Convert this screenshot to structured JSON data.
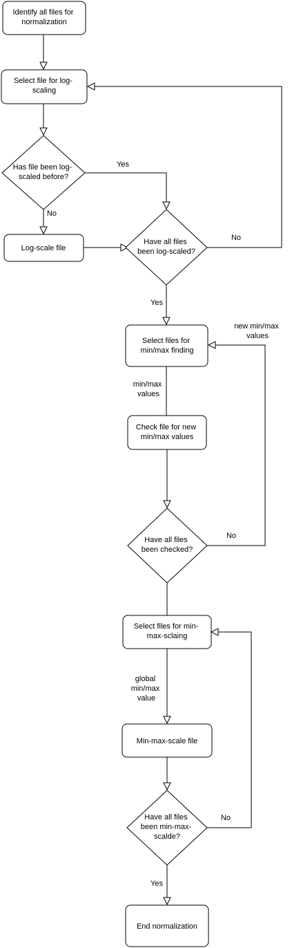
{
  "nodes": {
    "identify": [
      "Identify all files for",
      "normalization"
    ],
    "select_log": [
      "Select file for log-",
      "scaling"
    ],
    "has_scaled": [
      "Has file been log-",
      "scaled before?"
    ],
    "log_scale": [
      "Log-scale file"
    ],
    "all_log": [
      "Have all files",
      "been log-scaled?"
    ],
    "select_minmax": [
      "Select files for",
      "min/max finding"
    ],
    "check_file": [
      "Check file for new",
      "min/max values"
    ],
    "all_checked": [
      "Have all files",
      "been checked?"
    ],
    "select_scaling": [
      "Select files for min-",
      "max-sclaing"
    ],
    "minmax_scale": [
      "Min-max-scale file"
    ],
    "all_minmax": [
      "Have all files",
      "been min-max-",
      "scalde?"
    ],
    "end": [
      "End normalization"
    ]
  },
  "edge_labels": {
    "yes_scaled": [
      "Yes"
    ],
    "no_scaled": [
      "No"
    ],
    "no_all_log": [
      "No"
    ],
    "yes_all_log": [
      "Yes"
    ],
    "new_minmax": [
      "new min/max",
      "values"
    ],
    "minmax_values": [
      "min/max",
      "values"
    ],
    "no_checked": [
      "No"
    ],
    "global_minmax": [
      "global",
      "min/max",
      "value"
    ],
    "no_minmax": [
      "No"
    ],
    "yes_end": [
      "Yes"
    ]
  }
}
